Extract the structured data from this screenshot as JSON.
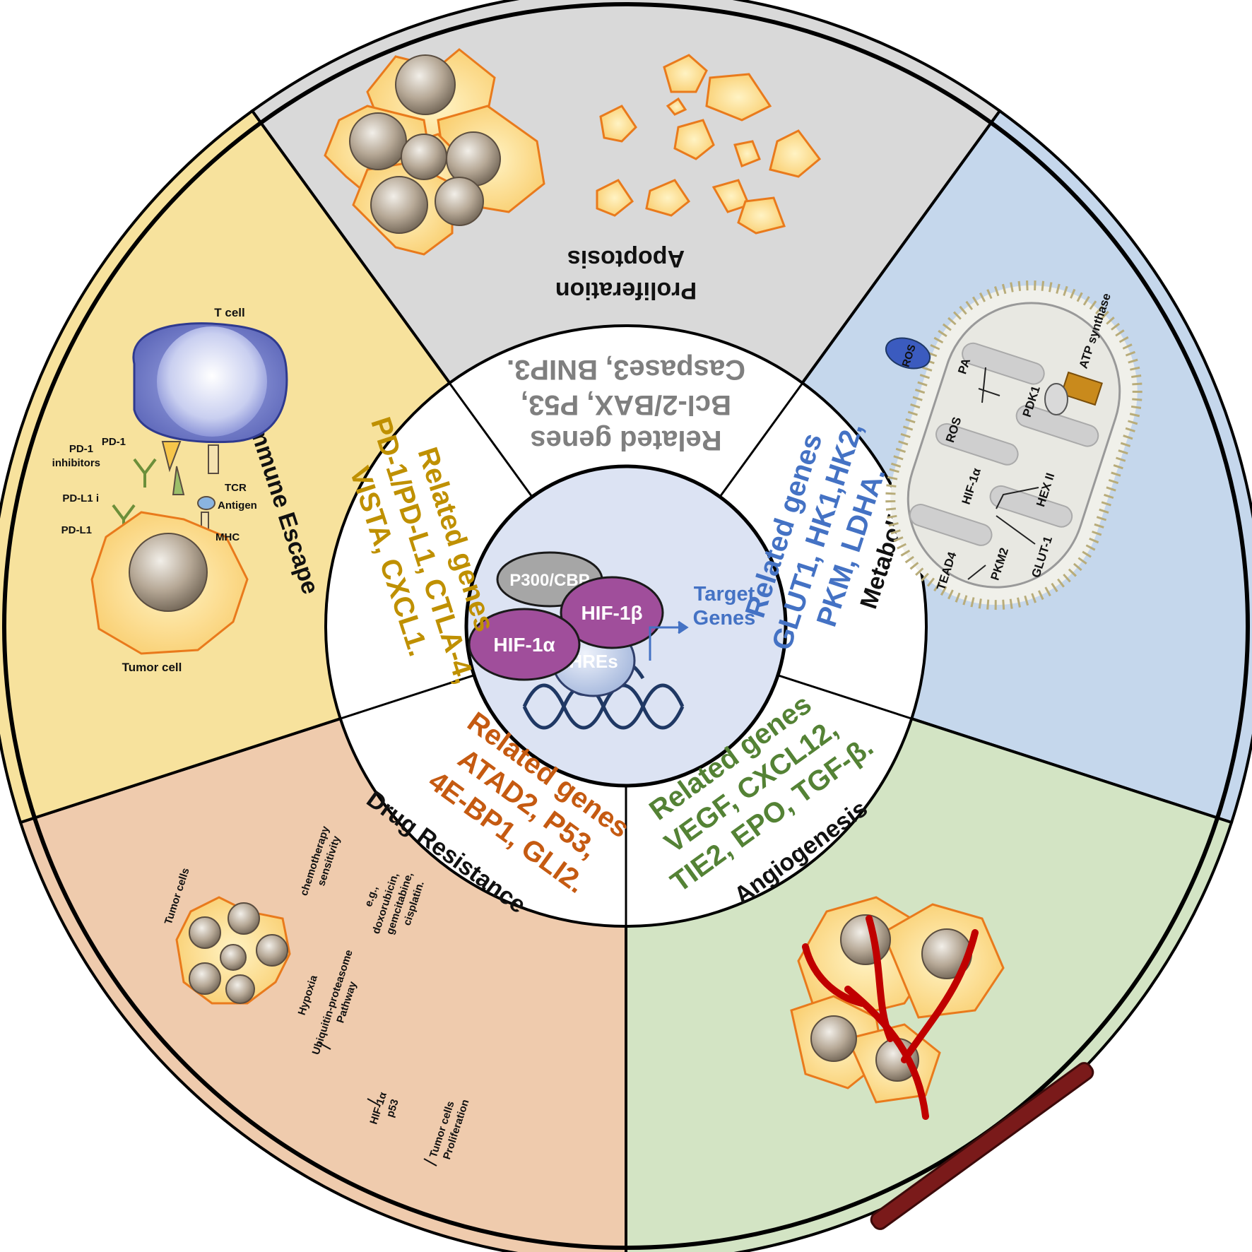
{
  "center": {
    "p300": "P300/CBP",
    "hif1a": "HIF-1α",
    "hif1b": "HIF-1β",
    "hres": "HREs",
    "target_line1": "Target",
    "target_line2": "Genes"
  },
  "sectors": {
    "proliferation": {
      "title1": "Proliferation",
      "title2": "Apoptosis",
      "genes": [
        "Related genes",
        "Bcl-2/BAX, P53,",
        "Caspase3, BNIP3."
      ],
      "color": "#d9d9d9",
      "gene_color": "#7f7f7f"
    },
    "metabolic": {
      "title": "Metabolic Reprogramming",
      "genes": [
        "Related genes",
        "GLUT1, HK1,HK2,",
        "PKM, LDHA."
      ],
      "color": "#c5d7ec",
      "gene_color": "#4472c4",
      "labels": {
        "atp": "ATP synthase",
        "ros_bubble": "ROS",
        "ros": "ROS",
        "pa": "PA",
        "pdk1": "PDK1",
        "hif": "HIF-1α",
        "hex": "HEX II",
        "glut": "GLUT-1",
        "pkm2": "PKM2",
        "tead4": "TEAD4"
      }
    },
    "angiogenesis": {
      "title": "Angiogenesis",
      "genes": [
        "Related genes",
        "VEGF, CXCL12,",
        "TIE2, EPO, TGF-β."
      ],
      "color": "#d3e4c4",
      "gene_color": "#548235"
    },
    "drug": {
      "title": "Drug Resistance",
      "genes": [
        "Related genes",
        "ATAD2, P53,",
        "4E-BP1, GLI2."
      ],
      "color": "#efcbad",
      "gene_color": "#c55a11",
      "labels": {
        "tumor_cells": "Tumor cells",
        "chemo1": "chemotherapy",
        "chemo2": "sensitivity",
        "eg": "e.g.,",
        "dox": "doxorubicin,",
        "gem": "gemcitabine,",
        "cis": "cisplatin.",
        "hypoxia": "Hypoxia",
        "ub1": "Ubiquitin-proteasome",
        "ub2": "Pathway",
        "hif": "HIF-1α",
        "p53": "p53",
        "tc1": "Tumor cells",
        "tc2": "Proliferation"
      }
    },
    "immune": {
      "title": "Immune Escape",
      "genes": [
        "Related genes",
        "PD-1/PD-L1, CTLA-4,",
        "VISTA, CXCL1."
      ],
      "color": "#f7e29d",
      "gene_color": "#bf9000",
      "labels": {
        "tcell": "T cell",
        "tumor": "Tumor cell",
        "pd1": "PD-1",
        "pd1i_1": "PD-1",
        "pd1i_2": "inhibitors",
        "pdl1i": "PD-L1 i",
        "pdl1": "PD-L1",
        "tcr": "TCR",
        "antigen": "Antigen",
        "mhc": "MHC"
      }
    }
  }
}
